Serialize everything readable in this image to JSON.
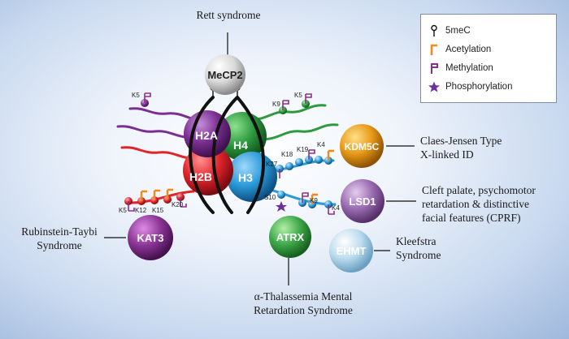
{
  "diseases": {
    "rett": "Rett syndrome",
    "claes_jensen": [
      "Claes-Jensen Type",
      "X-linked ID"
    ],
    "cprf": [
      "Cleft palate, psychomotor",
      "retardation & distinctive",
      "facial features (CPRF)"
    ],
    "rubinstein_taybi": [
      "Rubinstein-Taybi",
      "Syndrome"
    ],
    "kleefstra": [
      "Kleefstra",
      "Syndrome"
    ],
    "alpha_thal": [
      "α-Thalassemia Mental",
      "Retardation Syndrome"
    ]
  },
  "proteins": {
    "mecp2": "MeCP2",
    "kdm5c": "KDM5C",
    "lsd1": "LSD1",
    "kat3": "KAT3",
    "atrx": "ATRX",
    "ehmt": "EHMT"
  },
  "histones": {
    "h2a": "H2A",
    "h4": "H4",
    "h2b": "H2B",
    "h3": "H3"
  },
  "residues": {
    "h2a_k5": "K5",
    "h4_k9": "K9",
    "h4_k5": "K5",
    "h3_k27": "K27",
    "h3_k18": "K18",
    "h3_k19": "K19",
    "h3_k4_top": "K4",
    "h3_s10": "S10",
    "h3_k9": "K9",
    "h3_k4": "K4",
    "h2b_k5": "K5",
    "h2b_k12": "K12",
    "h2b_k15": "K15",
    "h2b_k20": "K20"
  },
  "legend": {
    "items": [
      {
        "label": "5meC",
        "icon": "methyl-cytosine-icon"
      },
      {
        "label": "Acetylation",
        "icon": "acetylation-flag-icon"
      },
      {
        "label": "Methylation",
        "icon": "methylation-flag-icon"
      },
      {
        "label": "Phosphorylation",
        "icon": "phosphorylation-star-icon"
      }
    ]
  },
  "colors": {
    "mecp2": "#d8d8d8",
    "h2a": "#7b2f92",
    "h4": "#2c9a3e",
    "h2b": "#e0242a",
    "h3": "#2a9ad8",
    "kdm5c": "#e79a17",
    "lsd1": "#9a6bb0",
    "kat3": "#8a3594",
    "atrx": "#3fa84a",
    "ehmt": "#a8cfe6",
    "acetylation": "#f08a1a",
    "methylation": "#8b2f8e",
    "phosphorylation": "#6b2f9e"
  }
}
